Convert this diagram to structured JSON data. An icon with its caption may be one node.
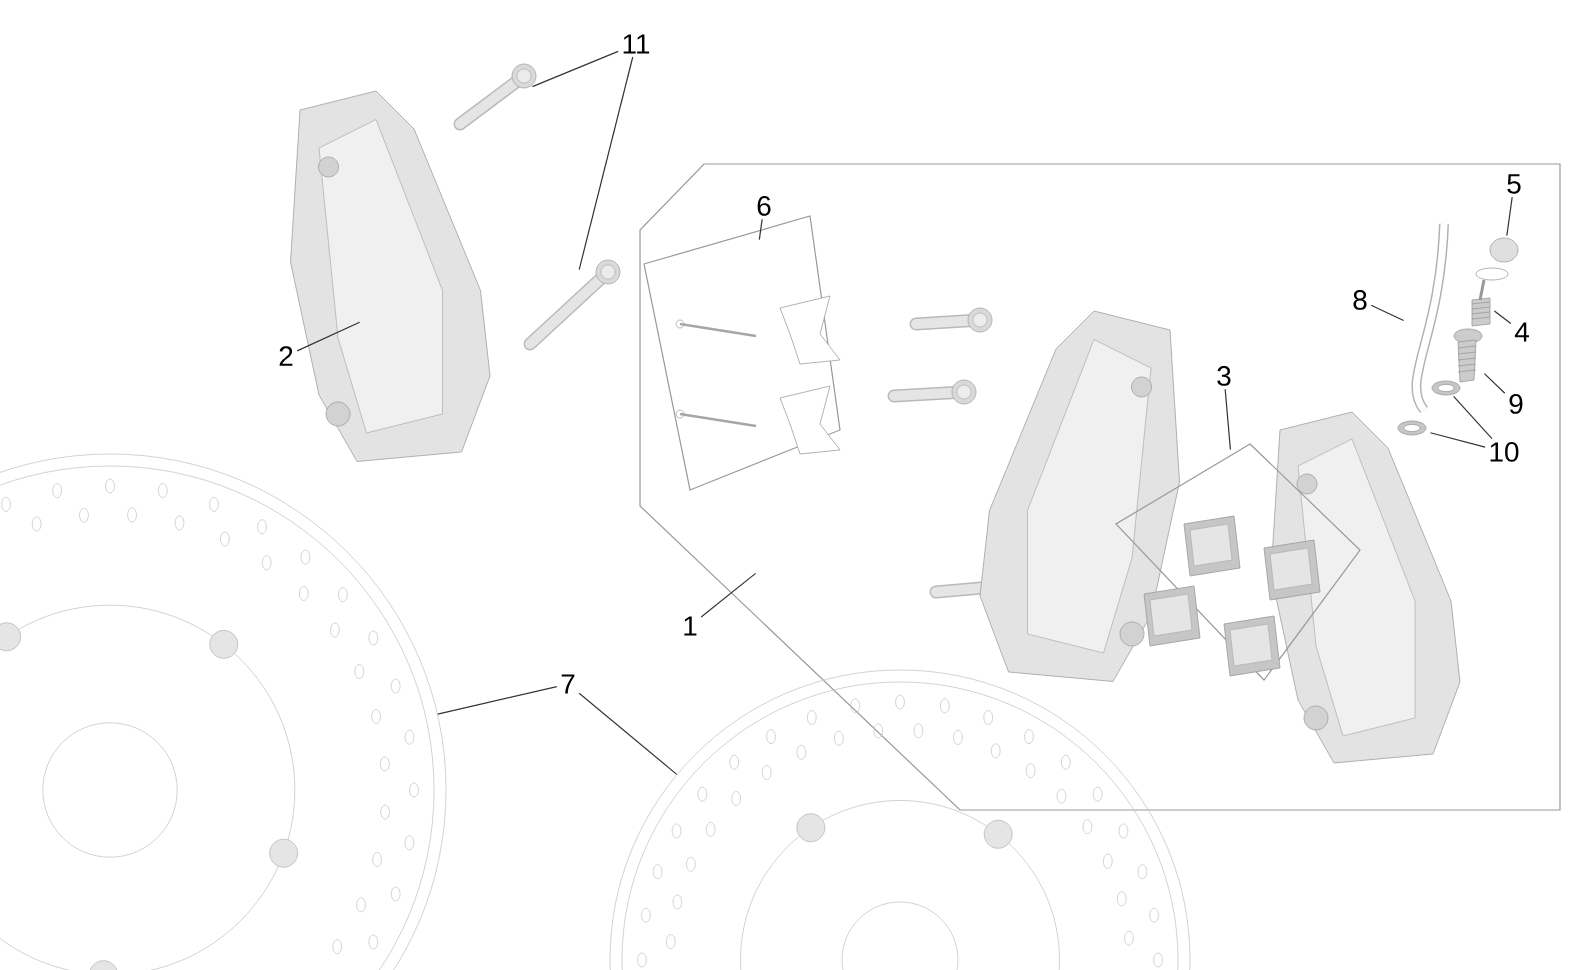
{
  "diagram": {
    "nodes": [
      {
        "text": [
          "11"
        ]
      },
      {
        "text": [],
        "shape": "picture"
      },
      {
        "text": [],
        "shape": "picture"
      },
      {
        "text": [
          "2"
        ]
      },
      {
        "text": [],
        "shape": "picture"
      },
      {
        "text": [
          "1"
        ]
      },
      {
        "text": [],
        "shape": "box"
      },
      {
        "text": [
          "6"
        ],
        "in": 6
      },
      {
        "text": [],
        "shape": "box",
        "in": 6
      },
      {
        "text": [
          "3"
        ],
        "in": 6
      },
      {
        "text": [],
        "shape": "box",
        "in": 6
      },
      {
        "text": [
          "5"
        ],
        "in": 6
      },
      {
        "text": [],
        "shape": "picture",
        "in": 6
      },
      {
        "text": [
          "8"
        ],
        "in": 6
      },
      {
        "text": [],
        "shape": "picture",
        "in": 6
      },
      {
        "text": [
          "4"
        ],
        "in": 6
      },
      {
        "text": [],
        "shape": "picture",
        "in": 6
      },
      {
        "text": [
          "9"
        ],
        "in": 6
      },
      {
        "text": [],
        "shape": "picture",
        "in": 6
      },
      {
        "text": [
          "10"
        ],
        "in": 6
      },
      {
        "text": [],
        "shape": "picture",
        "in": 6
      },
      {
        "text": [],
        "shape": "picture",
        "in": 6
      },
      {
        "text": [
          "7"
        ]
      },
      {
        "text": [],
        "shape": "picture"
      },
      {
        "text": [],
        "shape": "picture"
      }
    ],
    "edges": [
      {
        "from": 0,
        "to": 1,
        "arrow": "none"
      },
      {
        "from": 0,
        "to": 2,
        "arrow": "none"
      },
      {
        "from": 3,
        "to": 4,
        "arrow": "none"
      },
      {
        "from": 5,
        "to": 6,
        "arrow": "none"
      },
      {
        "from": 7,
        "to": 8,
        "arrow": "none"
      },
      {
        "from": 9,
        "to": 10,
        "arrow": "none"
      },
      {
        "from": 11,
        "to": 12,
        "arrow": "none"
      },
      {
        "from": 13,
        "to": 14,
        "arrow": "none"
      },
      {
        "from": 15,
        "to": 16,
        "arrow": "none"
      },
      {
        "from": 17,
        "to": 18,
        "arrow": "none"
      },
      {
        "from": 19,
        "to": 20,
        "arrow": "none"
      },
      {
        "from": 19,
        "to": 21,
        "arrow": "none"
      },
      {
        "from": 22,
        "to": 23,
        "arrow": "none"
      },
      {
        "from": 22,
        "to": 24,
        "arrow": "none"
      }
    ]
  }
}
